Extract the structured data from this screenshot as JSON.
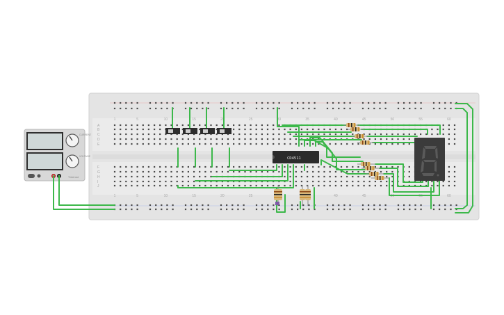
{
  "breadboard": {
    "column_numbers": [
      "1",
      "5",
      "10",
      "15",
      "20",
      "25",
      "30",
      "35",
      "40",
      "45",
      "50",
      "55",
      "60"
    ],
    "row_letters_top": [
      "A",
      "B",
      "C",
      "D",
      "E"
    ],
    "row_letters_bottom": [
      "F",
      "G",
      "H",
      "I",
      "J"
    ]
  },
  "ic": {
    "label": "CD4511"
  },
  "power_supply": {
    "knob1_label": "CURRENT",
    "knob2_label": "VOLTAGE",
    "brand_label": "Tinkercad"
  },
  "colors": {
    "breadboard": "#e6e6e6",
    "wire": "#3cb84a",
    "ic_body": "#2b2b2b",
    "display_body": "#3b3b3b",
    "resistor_body": "#d9b87a"
  }
}
